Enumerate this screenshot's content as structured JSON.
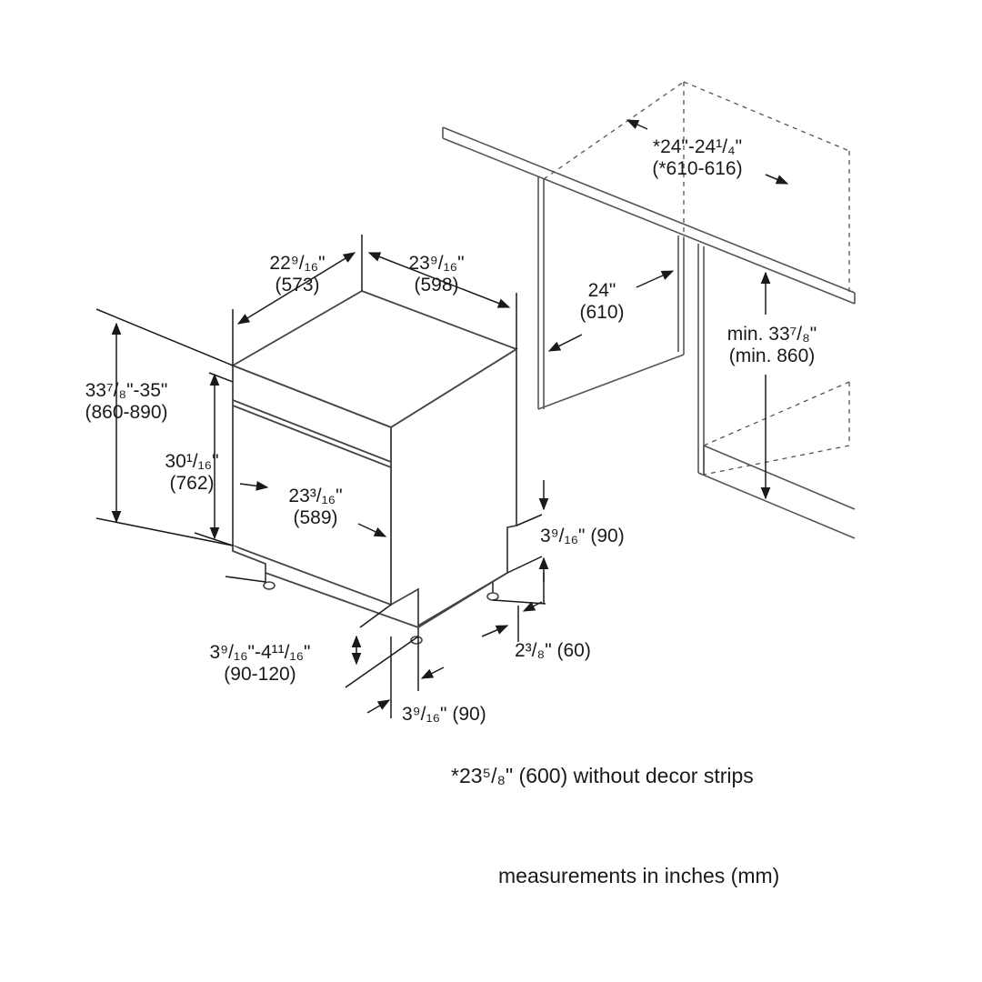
{
  "dimensions": {
    "depth_left": {
      "inch": "22⁹/₁₆\"",
      "mm": "(573)"
    },
    "width_top": {
      "inch": "23⁹/₁₆\"",
      "mm": "(598)"
    },
    "height_total": {
      "inch": "33⁷/₈\"-35\"",
      "mm": "(860-890)"
    },
    "height_body": {
      "inch": "30¹/₁₆\"",
      "mm": "(762)"
    },
    "door_width": {
      "inch": "23³/₁₆\"",
      "mm": "(589)"
    },
    "kick_right": {
      "text": "3⁹/₁₆\" (90)"
    },
    "foot_offset": {
      "text": "2³/₈\" (60)"
    },
    "kick_adjust": {
      "inch": "3⁹/₁₆\"-4¹¹/₁₆\"",
      "mm": "(90-120)"
    },
    "kick_bottom": {
      "text": "3⁹/₁₆\" (90)"
    },
    "niche_width": {
      "inch": "*24\"-24¹/₄\"",
      "mm": "(*610-616)"
    },
    "niche_depth": {
      "inch": "24\"",
      "mm": "(610)"
    },
    "niche_height": {
      "inch": "min. 33⁷/₈\"",
      "mm": "(min. 860)"
    }
  },
  "notes": {
    "decor": "*23⁵/₈\" (600) without decor strips",
    "units": "measurements in inches (mm)"
  }
}
